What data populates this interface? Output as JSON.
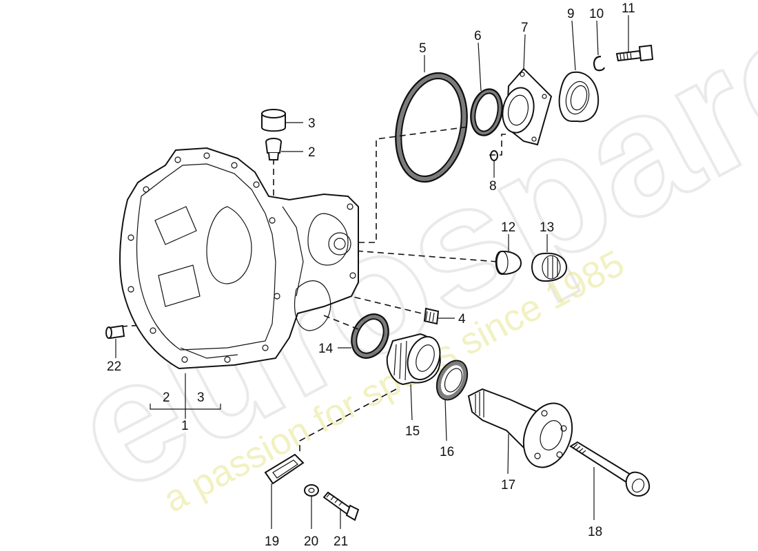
{
  "watermark": {
    "brand": "eurospares",
    "tagline": "a passion for sports since 1985"
  },
  "part_numbers": {
    "p1": "1",
    "p2": "2",
    "p3": "3",
    "p4": "4",
    "p5": "5",
    "p6": "6",
    "p7": "7",
    "p8": "8",
    "p9": "9",
    "p10": "10",
    "p11": "11",
    "p12": "12",
    "p13": "13",
    "p14": "14",
    "p15": "15",
    "p16": "16",
    "p17": "17",
    "p18": "18",
    "p19": "19",
    "p20": "20",
    "p21": "21",
    "p22": "22",
    "bracket_left": "2",
    "bracket_right": "3"
  }
}
